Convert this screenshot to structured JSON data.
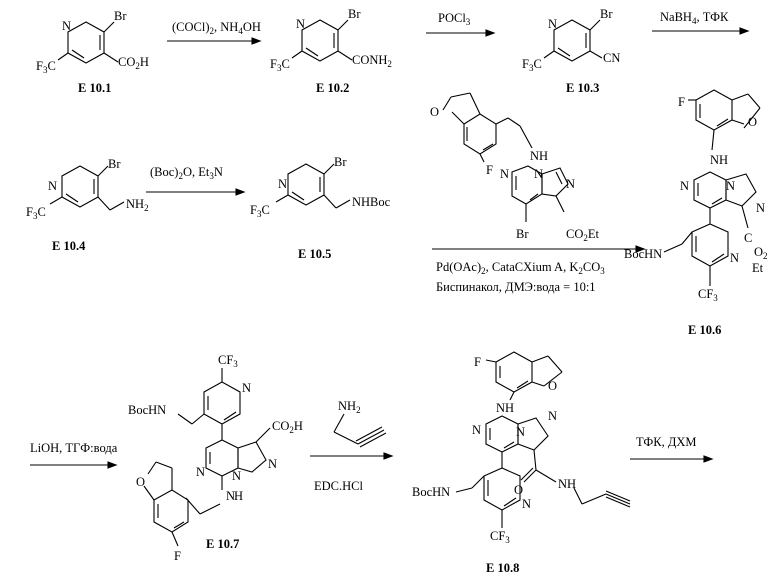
{
  "compounds": {
    "e10_1": "E 10.1",
    "e10_2": "E 10.2",
    "e10_3": "E 10.3",
    "e10_4": "E 10.4",
    "e10_5": "E 10.5",
    "e10_6": "E 10.6",
    "e10_7": "E 10.7",
    "e10_8": "E 10.8"
  },
  "reagents": {
    "r1": "(COCl)2, NH4OH",
    "r2": "POCl3",
    "r3": "NaBH4, ТФК",
    "r4": "(Boc)2O, Et3N",
    "r5_line1": "Pd(OAc)2, CataCXium A, K2CO3",
    "r5_line2": "Биспинакол, ДМЭ:вода = 10:1",
    "r6": "LiOH, ТГФ:вода",
    "r7_reagent": "EDC.HCl",
    "r8": "ТФК, ДХМ"
  },
  "atoms": {
    "N": "N",
    "Br": "Br",
    "F": "F",
    "O": "O",
    "F3C": "F3C",
    "CF3": "CF3",
    "CO2H": "CO2H",
    "CONH2": "CONH2",
    "CN": "CN",
    "NH2": "NH2",
    "NHBoc": "NHBoc",
    "BocHN": "BocHN",
    "NH": "NH",
    "HN": "H",
    "CO2Et": "CO2Et",
    "C": "C",
    "O2": "O2",
    "Et": "Et"
  }
}
